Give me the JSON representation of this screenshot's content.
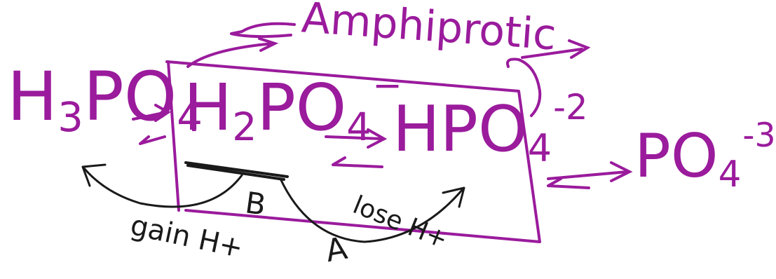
{
  "colors": {
    "ink_purple": "#9a1b9c",
    "ink_black": "#1a1a1a"
  },
  "heading": {
    "text": "Amphiprotic"
  },
  "species": {
    "h3po4": {
      "base": "H",
      "sub1": "3",
      "mid": "PO",
      "sub2": "4"
    },
    "h2po4": {
      "base": "H",
      "sub1": "2",
      "mid": "PO",
      "sub2": "4",
      "charge": "−"
    },
    "hpo4": {
      "base": "HPO",
      "sub2": "4",
      "charge": "-2"
    },
    "po4": {
      "base": "PO",
      "sub2": "4",
      "charge": "-3"
    }
  },
  "annotations": {
    "gain": "gain H+",
    "lose": "lose H+",
    "b_label": "B",
    "a_label": "A"
  }
}
